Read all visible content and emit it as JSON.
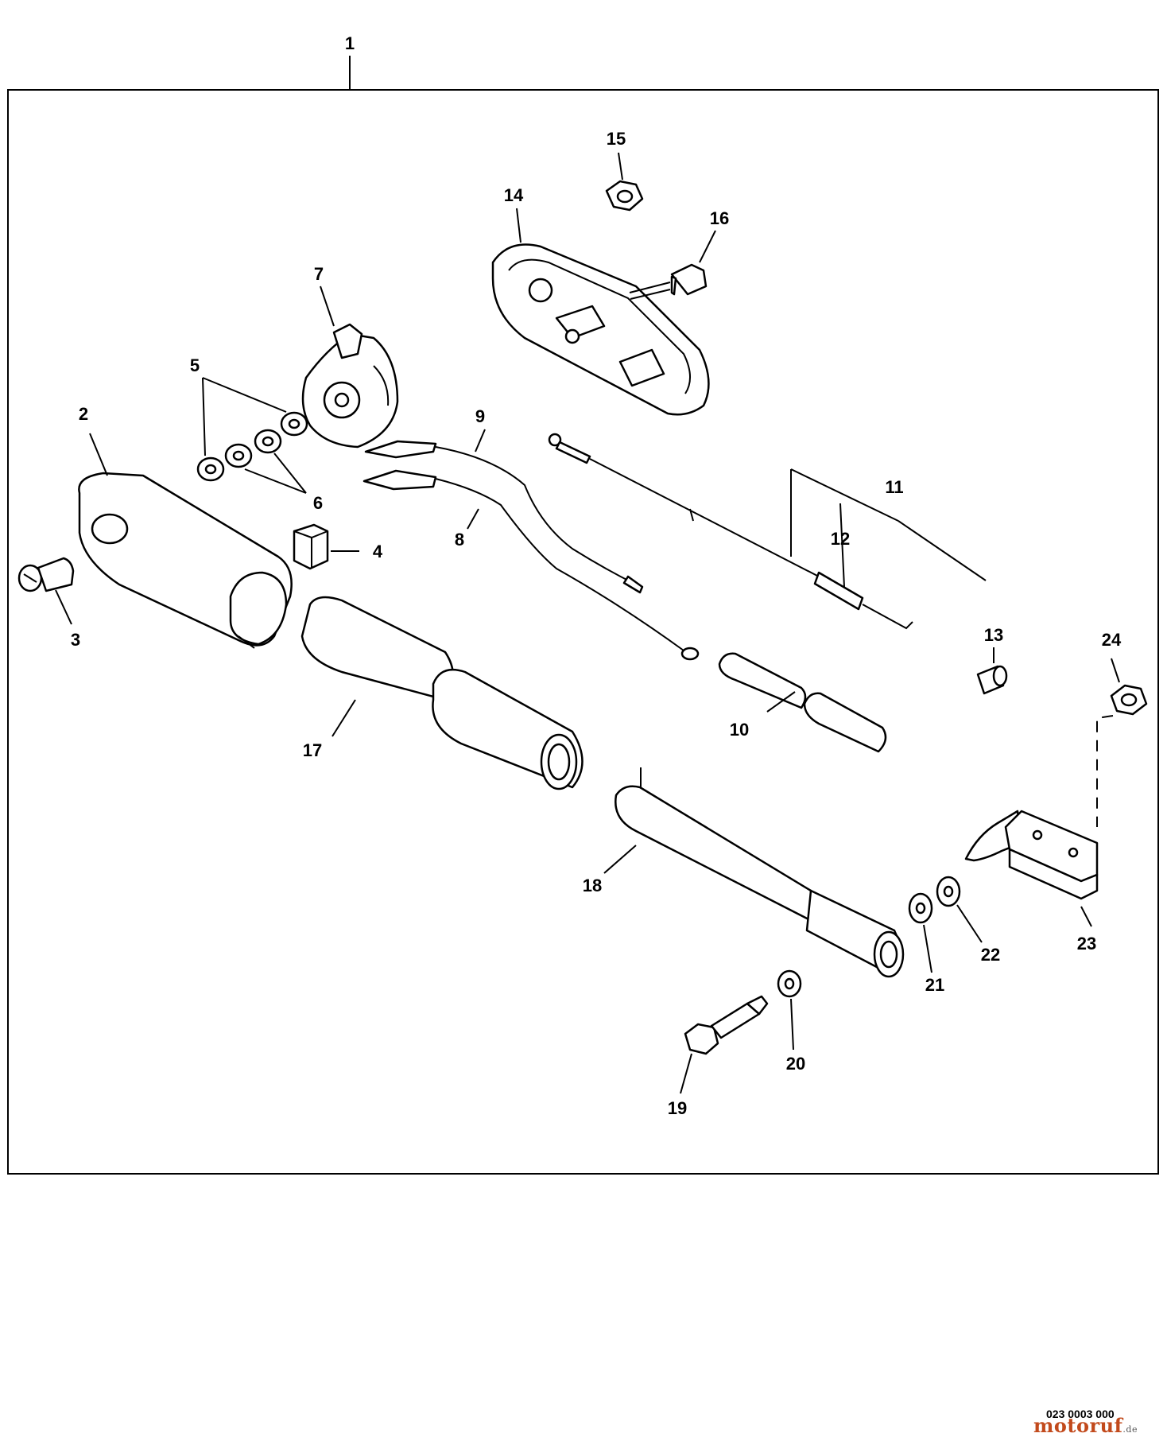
{
  "diagram": {
    "labels": {
      "l1": "1",
      "l2": "2",
      "l3": "3",
      "l4": "4",
      "l5": "5",
      "l6": "6",
      "l7": "7",
      "l8": "8",
      "l9": "9",
      "l10": "10",
      "l11": "11",
      "l12": "12",
      "l13": "13",
      "l14": "14",
      "l15": "15",
      "l16": "16",
      "l17": "17",
      "l18": "18",
      "l19": "19",
      "l20": "20",
      "l21": "21",
      "l22": "22",
      "l23": "23",
      "l24": "24"
    },
    "reference_code": "023 0003 000",
    "watermark": {
      "main": "motoruf",
      "suffix": ".de"
    }
  }
}
